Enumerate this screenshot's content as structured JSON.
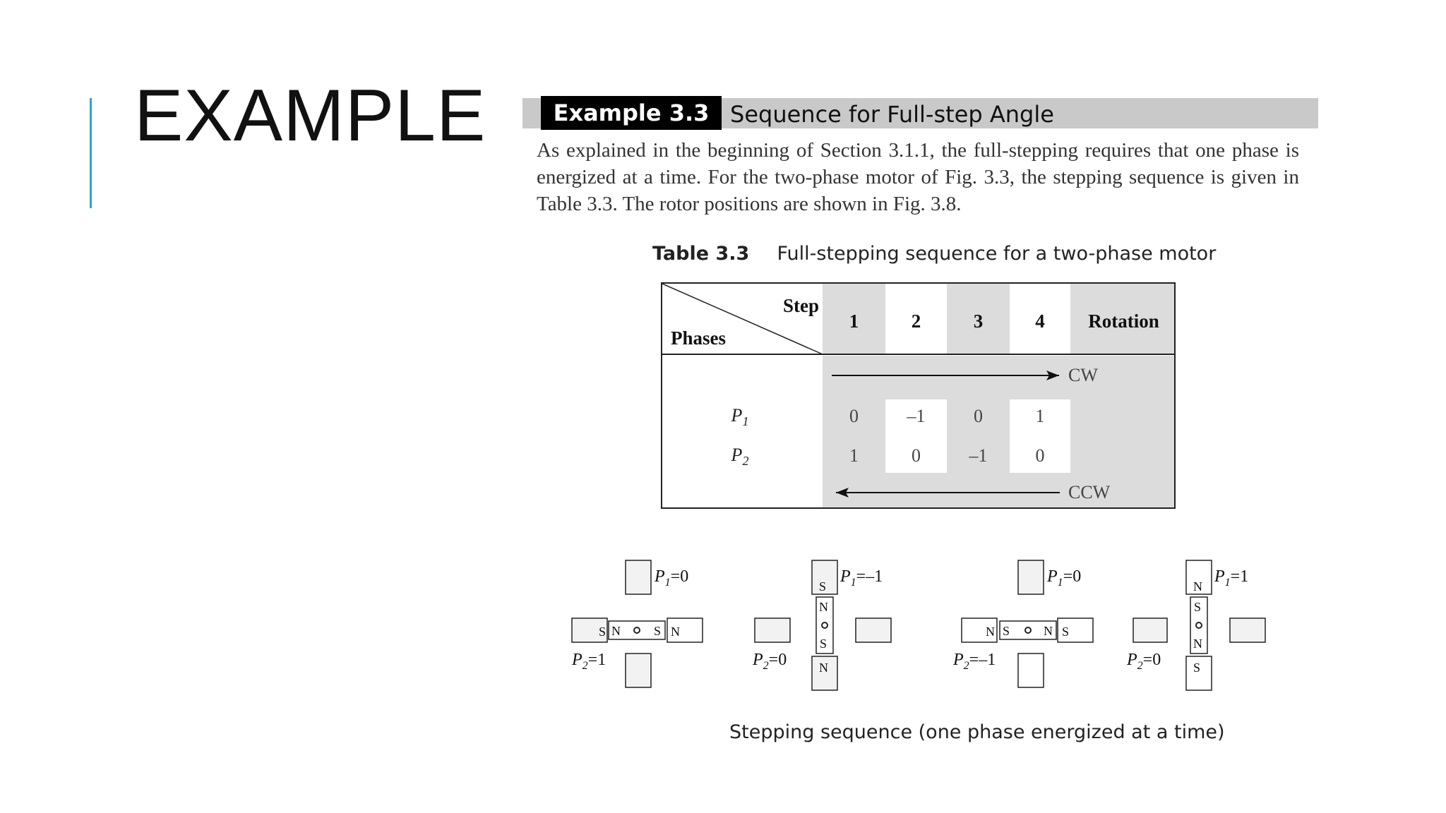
{
  "slide": {
    "title": "EXAMPLE"
  },
  "example": {
    "label": "Example 3.3",
    "title": "Sequence for Full-step Angle",
    "paragraph": "As explained in the beginning of Section 3.1.1, the full-stepping requires that one phase is energized at a time. For the two-phase motor of Fig. 3.3, the stepping sequence is given in Table 3.3. The rotor positions are shown in Fig. 3.8."
  },
  "table": {
    "caption_label": "Table 3.3",
    "caption_text": "Full-stepping sequence for a two-phase motor",
    "corner_top": "Step",
    "corner_bottom": "Phases",
    "columns": [
      "1",
      "2",
      "3",
      "4"
    ],
    "rotation_header": "Rotation",
    "rows": [
      {
        "phase": "P",
        "sub": "1",
        "values": [
          "0",
          "–1",
          "0",
          "1"
        ]
      },
      {
        "phase": "P",
        "sub": "2",
        "values": [
          "1",
          "0",
          "–1",
          "0"
        ]
      }
    ],
    "cw": "CW",
    "ccw": "CCW"
  },
  "figure": {
    "states": [
      {
        "p1": "0",
        "p2": "1"
      },
      {
        "p1": "–1",
        "p2": "0"
      },
      {
        "p1": "0",
        "p2": "–1"
      },
      {
        "p1": "1",
        "p2": "0"
      }
    ],
    "caption": "Stepping sequence (one phase energized at a time)"
  }
}
